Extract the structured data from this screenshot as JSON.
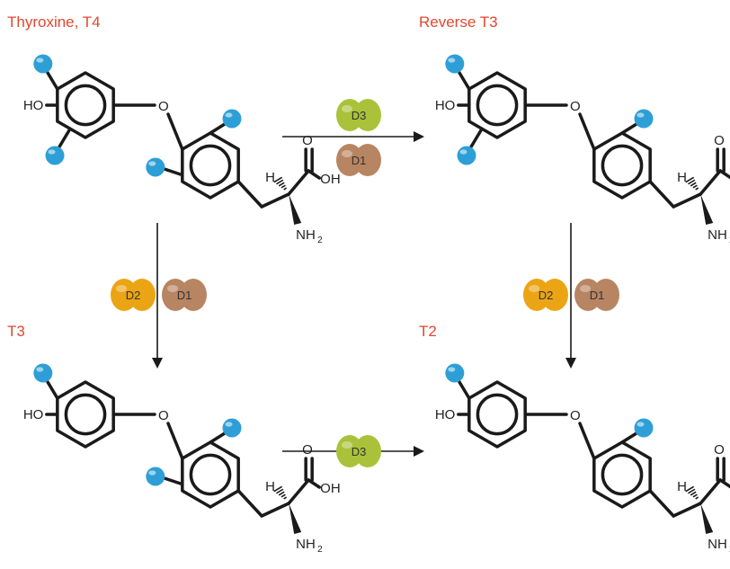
{
  "colors": {
    "title": "#e2472f",
    "iodine": "#2e9fd6",
    "D1": "#b88562",
    "D2": "#eba514",
    "D3": "#a9c23a",
    "bond": "#1a1a1a"
  },
  "atoms": {
    "hydroxyl": "HO",
    "ether_oxygen": "O",
    "carbonyl_oxygen": "O",
    "acid": "OH",
    "hydrogen": "H",
    "amine": "NH",
    "amine_subscript": "2"
  },
  "molecules": [
    {
      "id": "t4",
      "title": "Thyroxine, T4",
      "iodines": {
        "outer_top": true,
        "outer_bottom": true,
        "inner_top": true,
        "inner_bottom": true
      }
    },
    {
      "id": "rt3",
      "title": "Reverse T3",
      "iodines": {
        "outer_top": true,
        "outer_bottom": true,
        "inner_top": true,
        "inner_bottom": false
      }
    },
    {
      "id": "t3",
      "title": "T3",
      "iodines": {
        "outer_top": true,
        "outer_bottom": false,
        "inner_top": true,
        "inner_bottom": true
      }
    },
    {
      "id": "t2",
      "title": "T2",
      "iodines": {
        "outer_top": true,
        "outer_bottom": false,
        "inner_top": true,
        "inner_bottom": false
      }
    }
  ],
  "conversions": [
    {
      "id": "t4-to-rt3",
      "from": "t4",
      "to": "rt3",
      "enzymes": [
        "D3",
        "D1"
      ]
    },
    {
      "id": "t4-to-t3",
      "from": "t4",
      "to": "t3",
      "enzymes": [
        "D2",
        "D1"
      ]
    },
    {
      "id": "rt3-to-t2",
      "from": "rt3",
      "to": "t2",
      "enzymes": [
        "D2",
        "D1"
      ]
    },
    {
      "id": "t3-to-t2",
      "from": "t3",
      "to": "t2",
      "enzymes": [
        "D3"
      ]
    }
  ]
}
